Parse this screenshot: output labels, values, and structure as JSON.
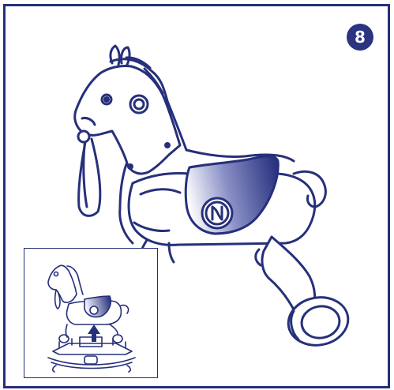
{
  "step": {
    "number": "8"
  },
  "illustration": {
    "main_subject": "rocking-horse-on-wheels",
    "inset_subject": "horse-lifted-from-rocker-base",
    "line_color": "#26307a",
    "saddle_gradient_dark": "#2b3480",
    "saddle_gradient_light": "#ffffff"
  }
}
